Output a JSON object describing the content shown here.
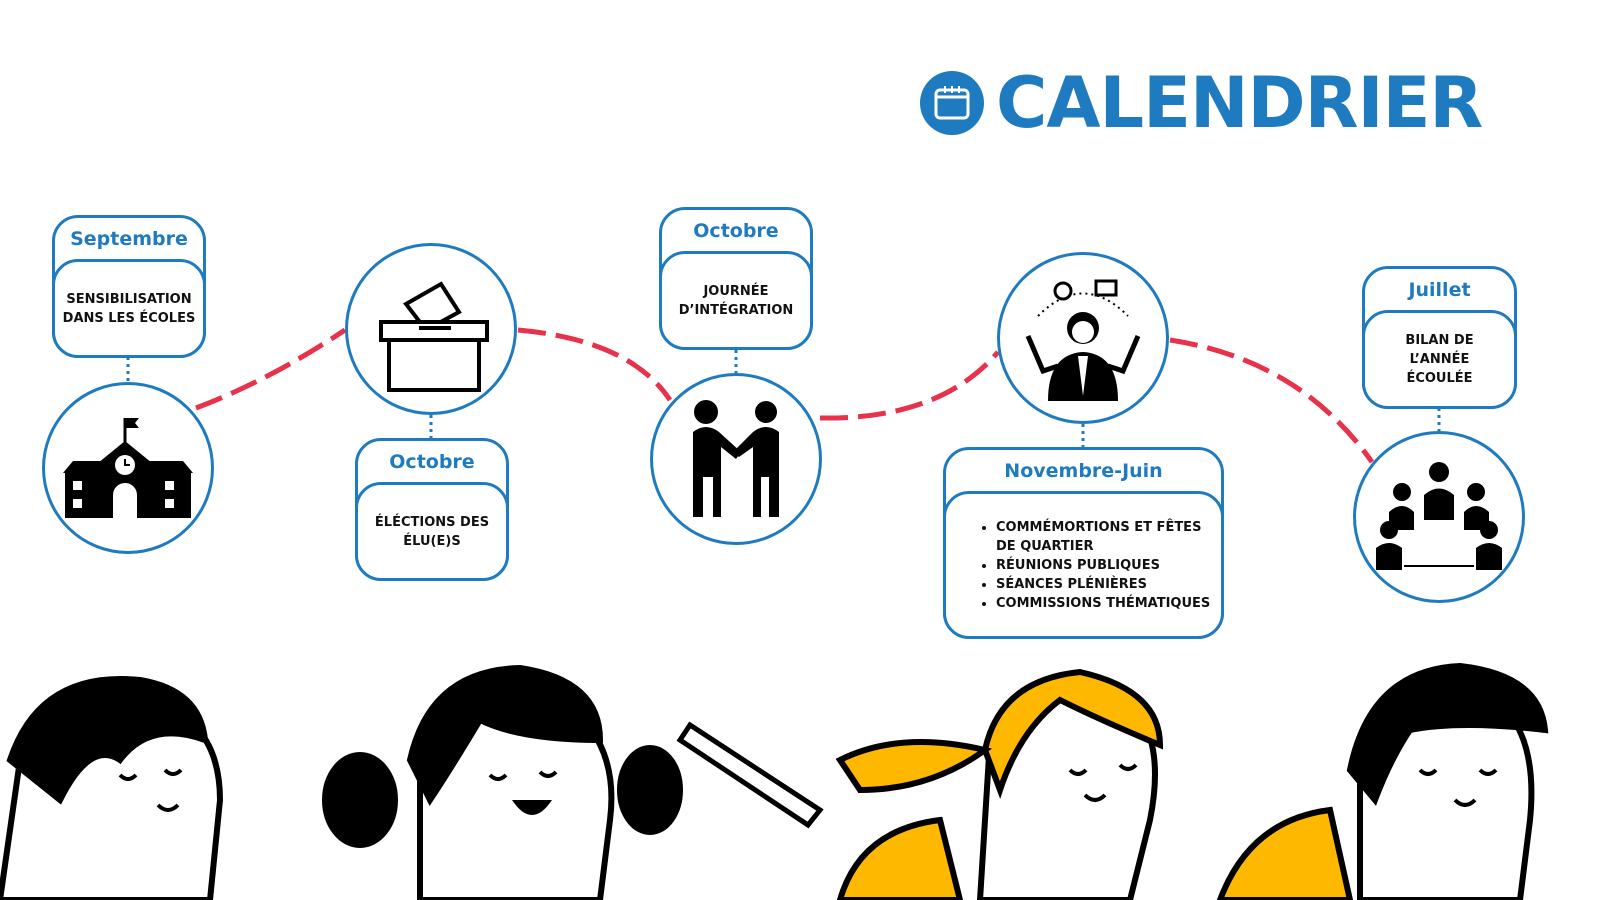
{
  "title": {
    "text": "CALENDRIER",
    "icon": "calendar-icon",
    "color": "#1f7bc0"
  },
  "accent_line_color": "#e8314a",
  "events": [
    {
      "month": "Septembre",
      "text": "SENSIBILISATION DANS LES ÉCOLES",
      "icon": "school-icon"
    },
    {
      "month": "Octobre",
      "text": "ÉLÉCTIONS DES ÉLU(E)S",
      "icon": "ballot-box-icon"
    },
    {
      "month": "Octobre",
      "text": "JOURNÉE D’INTÉGRATION",
      "icon": "handshake-icon"
    },
    {
      "month": "Novembre-Juin",
      "items": [
        "COMMÉMORTIONS ET FÊTES DE QUARTIER",
        "RÉUNIONS PUBLIQUES",
        "SÉANCES PLÉNIÈRES",
        "COMMISSIONS THÉMATIQUES"
      ],
      "icon": "multitasking-person-icon"
    },
    {
      "month": "Juillet",
      "text": "BILAN DE L’ANNÉE ÉCOULÉE",
      "icon": "meeting-table-icon"
    }
  ]
}
